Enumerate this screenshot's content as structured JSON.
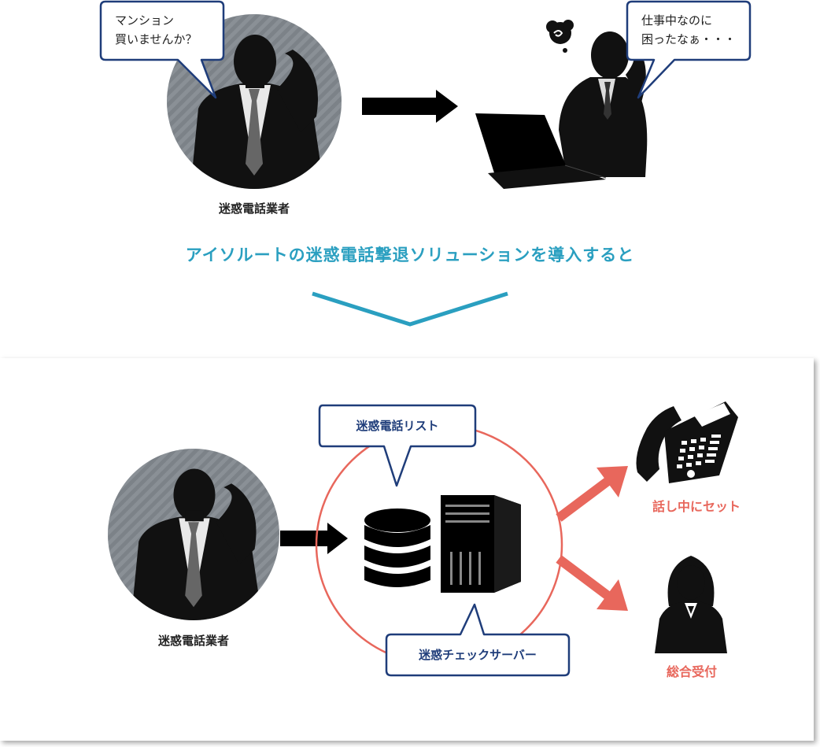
{
  "top": {
    "caller_bubble": {
      "line1": "マンション",
      "line2": "買いませんか？"
    },
    "caller_caption": "迷惑電話業者",
    "worker_bubble": {
      "line1": "仕事中なのに",
      "line2": "困ったなぁ・・・"
    }
  },
  "headline": "アイソルートの迷惑電話撃退ソリューションを導入すると",
  "bottom": {
    "caller_caption": "迷惑電話業者",
    "list_bubble": "迷惑電話リスト",
    "server_bubble": "迷惑チェックサーバー",
    "phone_label": "話し中にセット",
    "reception_label": "総合受付"
  },
  "colors": {
    "accent_blue": "#2a9fc0",
    "bubble_border": "#1f3d7a",
    "accent_red": "#e8675c",
    "circle_gray": "#8a9096"
  }
}
